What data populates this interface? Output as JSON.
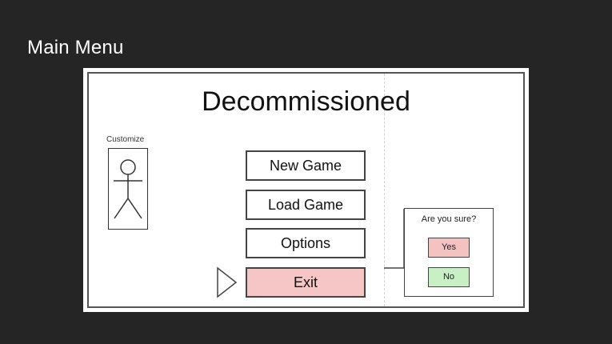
{
  "slide": {
    "heading": "Main Menu"
  },
  "game": {
    "title": "Decommissioned"
  },
  "customize": {
    "label": "Customize",
    "figure_icon": "stick-figure-icon"
  },
  "menu": {
    "items": [
      {
        "label": "New Game"
      },
      {
        "label": "Load Game"
      },
      {
        "label": "Options"
      },
      {
        "label": "Exit"
      }
    ],
    "selected_index": 3,
    "selector_icon": "triangle-right-icon"
  },
  "confirm_dialog": {
    "question": "Are you sure?",
    "yes_label": "Yes",
    "no_label": "No"
  },
  "colors": {
    "background": "#252525",
    "exit_fill": "#f6c6c6",
    "yes_fill": "#f5c2c2",
    "no_fill": "#c8f0c4"
  }
}
